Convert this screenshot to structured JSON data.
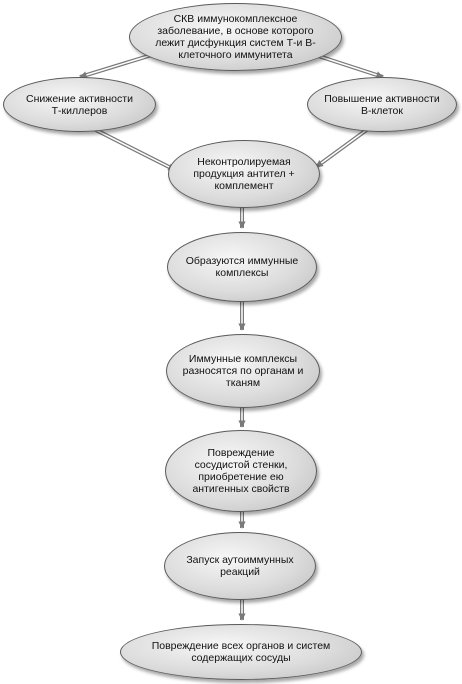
{
  "nodes": {
    "top": "СКВ иммунокомплексное\nзаболевание, в основе которого\nлежит дисфункция систем Т-и В-\nклеточного иммунитета",
    "left": "Снижение активности\nТ-киллеров",
    "right": "Повышение активности\nВ-клеток",
    "uncontrolled": "Неконтролируемая\nпродукция антител +\nкомплемент",
    "complexes_form": "Образуются иммунные\nкомплексы",
    "complexes_spread": "Иммунные комплексы\nразносятся по органам и\nтканям",
    "vessel_damage": "Повреждение\nсосудистой стенки,\nприобретение ею\nантигенных свойств",
    "autoimmune": "Запуск аутоиммунных\nреакций",
    "all_organs": "Повреждение всех органов и систем\nсодержащих сосуды"
  },
  "colors": {
    "arrow": "#7a7a7a",
    "border": "#5a5a5a"
  }
}
